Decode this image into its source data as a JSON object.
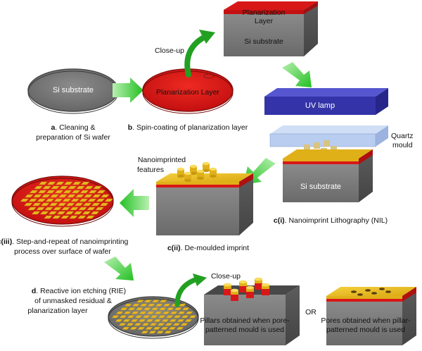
{
  "step_a": {
    "letter": "a",
    "caption_line1": ". Cleaning &",
    "caption_line2": "preparation of Si wafer",
    "wafer_label": "Si substrate"
  },
  "step_b": {
    "letter": "b",
    "caption": ". Spin-coating of planarization layer",
    "wafer_label": "Planarization Layer",
    "closeup_label": "Close-up",
    "block_top_line1": "Planarization",
    "block_top_line2": "Layer",
    "block_front_label": "Si substrate"
  },
  "step_ci": {
    "letter": "c(i)",
    "caption": ". Nanoimprint Lithography (NIL)",
    "lamp_label": "UV lamp",
    "mould_label_line1": "Quartz",
    "mould_label_line2": "mould",
    "substrate_label": "Si substrate"
  },
  "step_cii": {
    "letter": "c(ii)",
    "caption": ". De-moulded imprint",
    "features_line1": "Nanoimprinted",
    "features_line2": "features"
  },
  "step_ciii": {
    "letter": "c(iii)",
    "caption_line1": ". Step-and-repeat of nanoimprinting",
    "caption_line2": "process over surface of wafer"
  },
  "step_d": {
    "letter": "d",
    "caption_line1": ". Reactive ion etching (RIE)",
    "caption_line2": "of unmasked residual &",
    "caption_line3": "planarization layer",
    "closeup_label": "Close-up",
    "pillars_line1": "Pillars obtained when pore-",
    "pillars_line2": "patterned mould is used",
    "or_label": "OR",
    "pores_line1": "Pores obtained when pillar-",
    "pores_line2": "patterned mould is used"
  },
  "colors": {
    "substrate_gray": "#7a7a7a",
    "planarization_red": "#e02020",
    "gold": "#e8b820",
    "uv_blue": "#3a3ab0",
    "arrow_green": "#33cc33"
  }
}
